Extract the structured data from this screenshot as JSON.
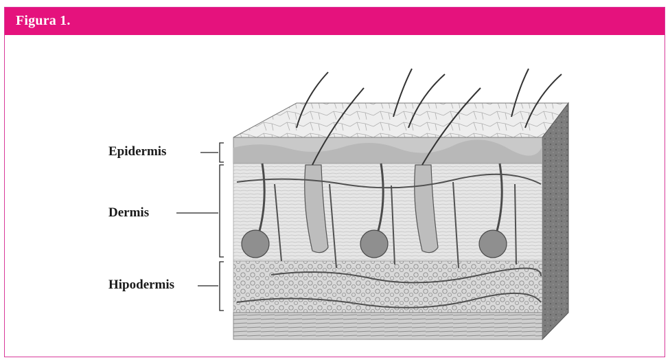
{
  "figure": {
    "title": "Figura 1."
  },
  "labels": {
    "epidermis": "Epidermis",
    "dermis": "Dermis",
    "hipodermis": "Hipodermis"
  },
  "colors": {
    "header": "#e5127d",
    "frame_border": "#d8389a"
  }
}
